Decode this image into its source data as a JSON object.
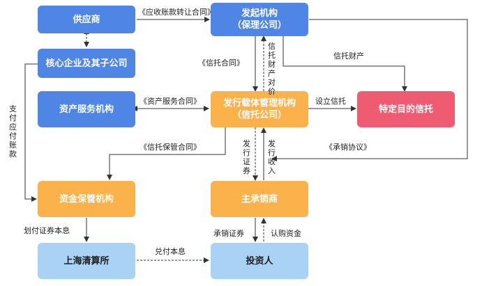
{
  "nodes": {
    "supplier": "供应商",
    "initiator_line1": "发起机构",
    "initiator_line2": "（保理公司）",
    "core_enterprise": "核心企业及其子公司",
    "asset_service": "资产服务机构",
    "issuer_line1": "发行载体管理机构",
    "issuer_line2": "（信托公司）",
    "spv_trust": "特定目的信托",
    "custodian": "资金保管机构",
    "lead_underwriter": "主承销商",
    "clearing_house": "上海清算所",
    "investor": "投资人"
  },
  "labels": {
    "receivable_transfer": "《应收账款转让合同》",
    "trust_property": "信托财产",
    "trust_contract": "《信托合同》",
    "trust_property_consideration": "信托财产对价",
    "asset_service_contract": "《资产服务合同》",
    "establish_trust": "设立信托",
    "pay_receivables": "支付应付账款",
    "custody_contract": "《信托保管合同》",
    "issue_securities": "发行证券",
    "issue_proceeds": "发行收入",
    "underwriting_agreement": "《承销协议》",
    "transfer_principal_interest": "划付证券本息",
    "underwrite_securities": "承销证券",
    "subscribe_funds": "认购资金",
    "redeem_principal_interest": "兑付本息"
  },
  "colors": {
    "blue": "#4f86e5",
    "orange": "#fbb24b",
    "red": "#ef5c72",
    "light_blue": "#a9d2f4",
    "line": "#333333"
  }
}
